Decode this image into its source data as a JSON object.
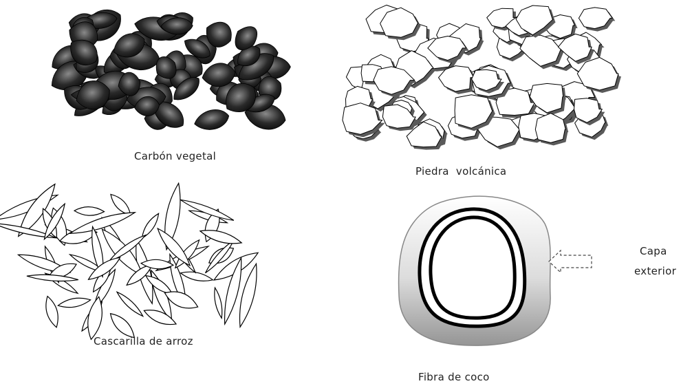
{
  "panels": {
    "charcoal": {
      "label": "Carbón vegetal"
    },
    "volcanic_stone": {
      "label": "Piedra  volcánica"
    },
    "rice_husk": {
      "label": "Cascarilla de arroz"
    },
    "coconut_fiber": {
      "label": "Fibra de coco",
      "callout_line1": "Capa",
      "callout_line2": "exterior"
    }
  },
  "colors": {
    "charcoal_dark": "#1a1a1a",
    "charcoal_light": "#8a8a8a",
    "stone_fill": "#ffffff",
    "stone_shadow": "#555555",
    "outline": "#000000",
    "coconut_outer_top": "#ffffff",
    "coconut_outer_bottom": "#9a9a9a"
  }
}
